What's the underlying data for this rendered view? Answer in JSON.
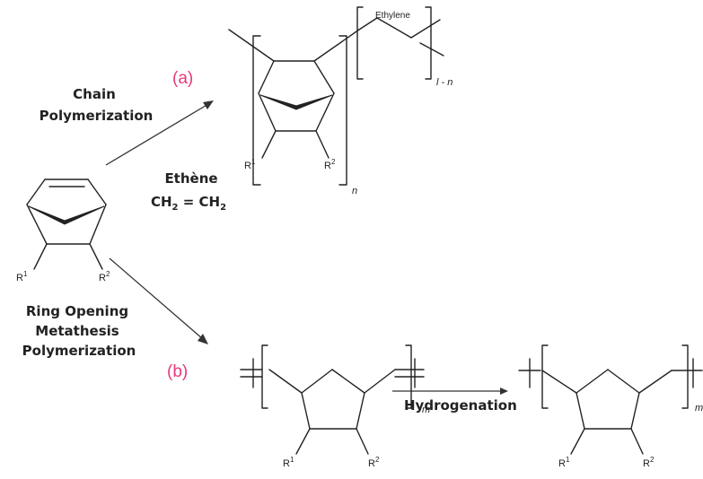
{
  "labels": {
    "branch_a": "(a)",
    "branch_b": "(b)",
    "chain_line1": "Chain",
    "chain_line2": "Polymerization",
    "ethene_name": "Ethène",
    "ethene_formula_left": "CH",
    "ethene_formula_sub1": "2",
    "ethene_formula_mid": " = CH",
    "ethene_formula_sub2": "2",
    "romp_line1": "Ring Opening",
    "romp_line2": "Metathesis",
    "romp_line3": "Polymerization",
    "hydrogenation": "Hydrogenation",
    "ethylene": "Ethylene"
  },
  "substituents": {
    "r": "R",
    "sup1": "1",
    "sup2": "2"
  },
  "indices": {
    "n": "n",
    "l_minus_n": "l - n",
    "m": "m",
    "m_right": "m"
  },
  "colors": {
    "pink_label": "#e8387c",
    "text": "#222222",
    "bond": "#222222"
  }
}
